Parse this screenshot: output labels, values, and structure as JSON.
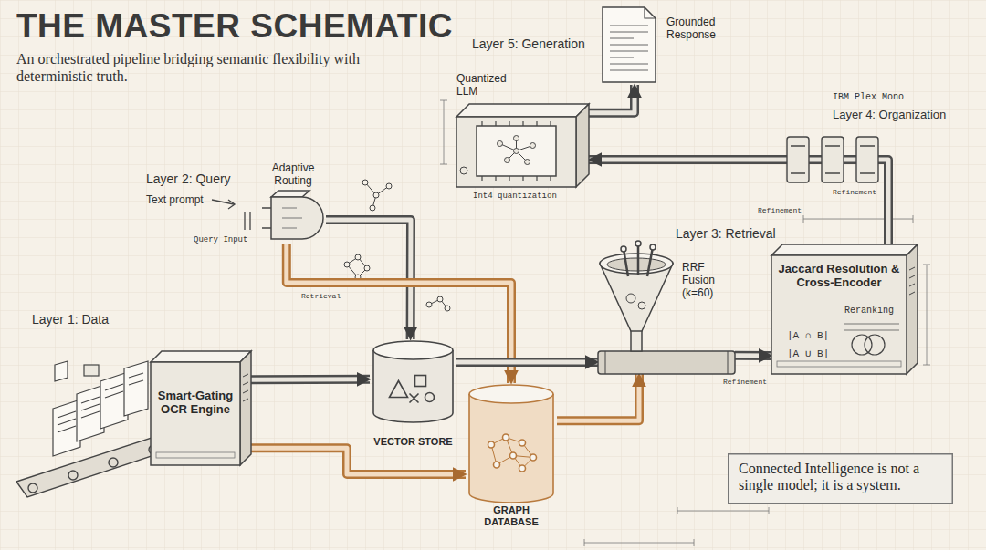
{
  "diagram": {
    "title": "THE MASTER SCHEMATIC",
    "nodes": [
      {
        "text": [
          "Smart-Gating OCR Engine"
        ]
      },
      {
        "text": [
          "VECTOR STORE"
        ]
      },
      {
        "text": [
          "GRAPH DATABASE"
        ]
      },
      {
        "text": [
          "Adaptive Routing"
        ]
      },
      {
        "text": [
          "RRF Fusion (k=60)"
        ]
      },
      {
        "text": [
          "Jaccard Resolution & Cross-Encoder"
        ]
      },
      {
        "text": [
          "Quantized LLM"
        ]
      },
      {
        "text": [
          "Grounded Response"
        ]
      },
      {
        "text": [
          "Connected Intelligence is not a single model; it is a system."
        ]
      }
    ],
    "edges": [
      {
        "from": 0,
        "to": 1,
        "arrow": "to"
      },
      {
        "from": 0,
        "to": 2,
        "arrow": "to"
      },
      {
        "from": 3,
        "to": 1,
        "arrow": "to"
      },
      {
        "from": 3,
        "to": 2,
        "arrow": "to"
      },
      {
        "from": 1,
        "to": 4,
        "arrow": "to"
      },
      {
        "from": 2,
        "to": 4,
        "arrow": "to"
      },
      {
        "from": 4,
        "to": 5,
        "arrow": "to"
      },
      {
        "from": 5,
        "to": 6,
        "arrow": "to"
      },
      {
        "from": 6,
        "to": 7,
        "arrow": "to"
      }
    ],
    "labels": [
      "An orchestrated pipeline bridging semantic flexibility with deterministic truth.",
      "Layer 1: Data",
      "Layer 2: Query",
      "Text prompt",
      "Query Input",
      "Layer 3: Retrieval",
      "Layer 4: Organization",
      "IBM Plex Mono",
      "Layer 5: Generation",
      "Int4 quantization",
      "Refinement",
      "Refinement",
      "Refinement",
      "Retrieval",
      "|A ∩ B|",
      "|A ∪ B|",
      "Reranking"
    ]
  }
}
